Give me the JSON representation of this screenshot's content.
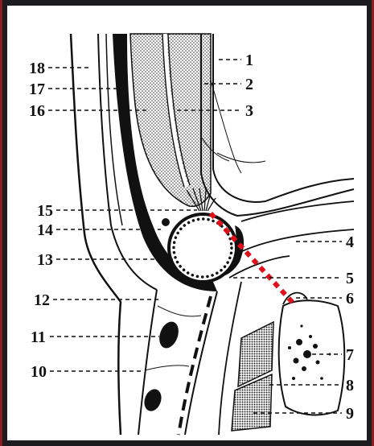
{
  "labels": {
    "n1": "1",
    "n2": "2",
    "n3": "3",
    "n4": "4",
    "n5": "5",
    "n6": "6",
    "n7": "7",
    "n8": "8",
    "n9": "9",
    "n10": "10",
    "n11": "11",
    "n12": "12",
    "n13": "13",
    "n14": "14",
    "n15": "15",
    "n16": "16",
    "n17": "17",
    "n18": "18"
  },
  "colors": {
    "frame_border": "#8b1c22",
    "background": "#1c1c1e",
    "panel": "#ffffff",
    "ink": "#111111",
    "highlight_dots": "#e0101a"
  }
}
